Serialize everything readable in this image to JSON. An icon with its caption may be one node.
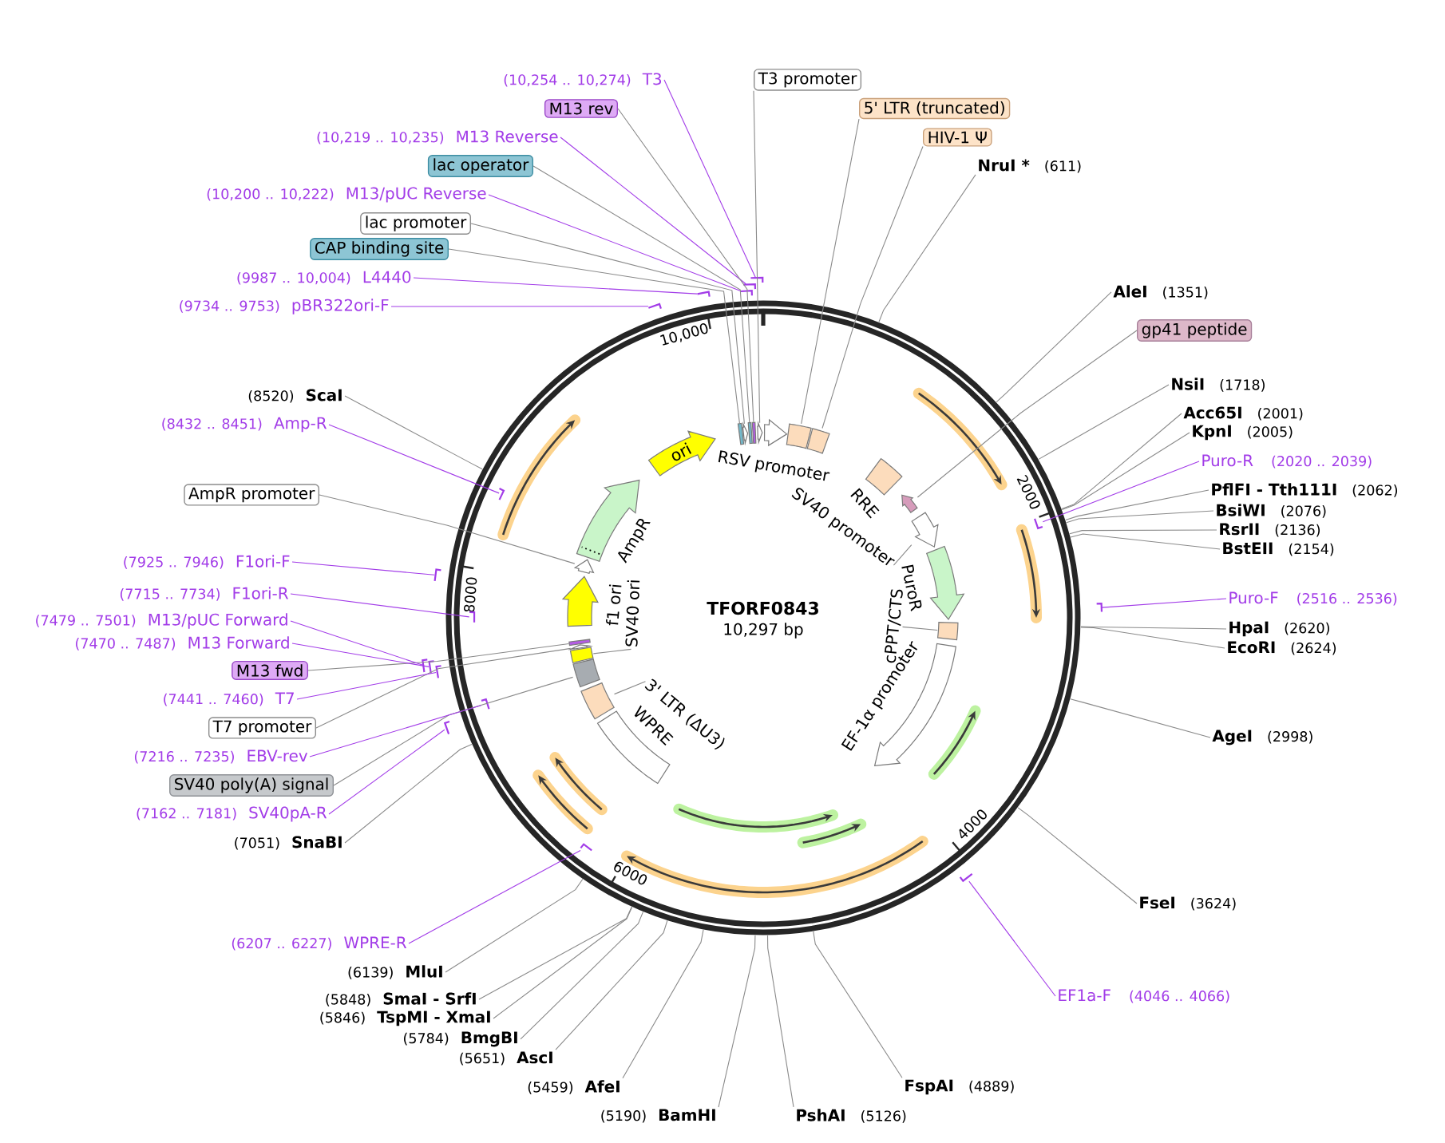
{
  "diagram": {
    "title": "TFORF0843",
    "nodes": [
      {
        "text": [
          "RSV promoter"
        ]
      },
      {
        "text": [],
        "shape": "box"
      },
      {
        "text": [],
        "shape": "box"
      },
      {
        "text": [
          "RRE"
        ]
      },
      {
        "text": [],
        "shape": "arrow"
      },
      {
        "text": [],
        "shape": "arrow"
      },
      {
        "text": [
          "SV40 promoter"
        ]
      },
      {
        "text": [
          "PuroR"
        ]
      },
      {
        "text": [],
        "shape": "box"
      },
      {
        "text": [
          "cPPT/CTS"
        ]
      },
      {
        "text": [
          "EF-1α promoter"
        ]
      },
      {
        "text": [
          "WPRE"
        ]
      },
      {
        "text": [],
        "shape": "box"
      },
      {
        "text": [
          "3' LTR (ΔU3)"
        ]
      },
      {
        "text": [],
        "shape": "box"
      },
      {
        "text": [],
        "shape": "box"
      },
      {
        "text": [
          "SV40 ori"
        ]
      },
      {
        "text": [],
        "shape": "arrow"
      },
      {
        "text": [],
        "shape": "box"
      },
      {
        "text": [
          "f1 ori"
        ]
      },
      {
        "text": [],
        "shape": "arrow"
      },
      {
        "text": [
          "AmpR"
        ]
      },
      {
        "text": [
          "ori"
        ]
      },
      {
        "text": [],
        "shape": "box"
      },
      {
        "text": [],
        "shape": "arrow"
      },
      {
        "text": [],
        "shape": "box"
      },
      {
        "text": [],
        "shape": "box"
      },
      {
        "text": [],
        "shape": "arrow"
      },
      {
        "text": [
          "T3 promoter"
        ]
      },
      {
        "text": [
          "5' LTR (truncated)"
        ]
      },
      {
        "text": [
          "HIV-1 Ψ"
        ]
      },
      {
        "text": [
          "NruI *",
          "(611)"
        ]
      },
      {
        "text": [
          "AleI",
          "(1351)"
        ]
      },
      {
        "text": [
          "gp41 peptide"
        ]
      },
      {
        "text": [
          "NsiI",
          "(1718)"
        ]
      },
      {
        "text": [
          "Acc65I",
          "(2001)"
        ]
      },
      {
        "text": [
          "KpnI",
          "(2005)"
        ]
      },
      {
        "text": [
          "Puro-R",
          "(2020 .. 2039)"
        ]
      },
      {
        "text": [
          "PflFI - Tth111I",
          "(2062)"
        ]
      },
      {
        "text": [
          "BsiWI",
          "(2076)"
        ]
      },
      {
        "text": [
          "RsrII",
          "(2136)"
        ]
      },
      {
        "text": [
          "BstEII",
          "(2154)"
        ]
      },
      {
        "text": [
          "Puro-F",
          "(2516 .. 2536)"
        ]
      },
      {
        "text": [
          "HpaI",
          "(2620)"
        ]
      },
      {
        "text": [
          "EcoRI",
          "(2624)"
        ]
      },
      {
        "text": [
          "AgeI",
          "(2998)"
        ]
      },
      {
        "text": [
          "FseI",
          "(3624)"
        ]
      },
      {
        "text": [
          "EF1a-F",
          "(4046 .. 4066)"
        ]
      },
      {
        "text": [
          "FspAI",
          "(4889)"
        ]
      },
      {
        "text": [
          "PshAI",
          "(5126)"
        ]
      },
      {
        "text": [
          "(5190)",
          "BamHI"
        ]
      },
      {
        "text": [
          "(5459)",
          "AfeI"
        ]
      },
      {
        "text": [
          "(5651)",
          "AscI"
        ]
      },
      {
        "text": [
          "(5784)",
          "BmgBI"
        ]
      },
      {
        "text": [
          "(5846)",
          "TspMI - XmaI"
        ]
      },
      {
        "text": [
          "(5848)",
          "SmaI - SrfI"
        ]
      },
      {
        "text": [
          "(6139)",
          "MluI"
        ]
      },
      {
        "text": [
          "(6207 .. 6227)",
          "WPRE-R"
        ]
      },
      {
        "text": [
          "(7051)",
          "SnaBI"
        ]
      },
      {
        "text": [
          "(7162 .. 7181)",
          "SV40pA-R"
        ]
      },
      {
        "text": [
          "SV40 poly(A) signal"
        ]
      },
      {
        "text": [
          "(7216 .. 7235)",
          "EBV-rev"
        ]
      },
      {
        "text": [
          "T7 promoter"
        ]
      },
      {
        "text": [
          "(7441 .. 7460)",
          "T7"
        ]
      },
      {
        "text": [
          "M13 fwd"
        ]
      },
      {
        "text": [
          "(7470 .. 7487)",
          "M13 Forward"
        ]
      },
      {
        "text": [
          "(7479 .. 7501)",
          "M13/pUC Forward"
        ]
      },
      {
        "text": [
          "(7715 .. 7734)",
          "F1ori-R"
        ]
      },
      {
        "text": [
          "(7925 .. 7946)",
          "F1ori-F"
        ]
      },
      {
        "text": [
          "AmpR promoter"
        ]
      },
      {
        "text": [
          "(8432 .. 8451)",
          "Amp-R"
        ]
      },
      {
        "text": [
          "(8520)",
          "ScaI"
        ]
      },
      {
        "text": [
          "(9734 .. 9753)",
          "pBR322ori-F"
        ]
      },
      {
        "text": [
          "(9987 .. 10,004)",
          "L4440"
        ]
      },
      {
        "text": [
          "CAP binding site"
        ]
      },
      {
        "text": [
          "lac promoter"
        ]
      },
      {
        "text": [
          "(10,200 .. 10,222)",
          "M13/pUC Reverse"
        ]
      },
      {
        "text": [
          "lac operator"
        ]
      },
      {
        "text": [
          "(10,219 .. 10,235)",
          "M13 Reverse"
        ]
      },
      {
        "text": [
          "M13 rev"
        ]
      },
      {
        "text": [
          "(10,254 .. 10,274)",
          "T3"
        ]
      },
      {
        "text": [],
        "shape": "bar"
      },
      {
        "text": [],
        "shape": "bar"
      },
      {
        "text": [],
        "shape": "bar"
      },
      {
        "text": [],
        "shape": "bar"
      },
      {
        "text": [],
        "shape": "bar"
      },
      {
        "text": [],
        "shape": "bar"
      },
      {
        "text": [],
        "shape": "bar"
      },
      {
        "text": [],
        "shape": "bar"
      },
      {
        "text": [],
        "shape": "bar"
      },
      {
        "text": [],
        "shape": "bar"
      },
      {
        "text": [],
        "shape": "bar"
      },
      {
        "text": [],
        "shape": "bar"
      },
      {
        "text": [],
        "shape": "bar"
      },
      {
        "text": [],
        "shape": "bar"
      },
      {
        "text": [],
        "shape": "bar"
      },
      {
        "text": [],
        "shape": "bar"
      },
      {
        "text": [],
        "shape": "bar"
      }
    ],
    "edges": [
      {
        "from": 6,
        "to": 5,
        "arrow": "none"
      },
      {
        "from": 9,
        "to": 8,
        "arrow": "none"
      },
      {
        "from": 13,
        "to": 12,
        "arrow": "none"
      },
      {
        "from": 16,
        "to": 15,
        "arrow": "none"
      },
      {
        "from": 28,
        "to": 27,
        "arrow": "none"
      },
      {
        "from": 29,
        "to": 1,
        "arrow": "none"
      },
      {
        "from": 30,
        "to": 2,
        "arrow": "none"
      },
      {
        "from": 31,
        "to": null,
        "arrow": "none"
      },
      {
        "from": 32,
        "to": null,
        "arrow": "none"
      },
      {
        "from": 33,
        "to": 4,
        "arrow": "none"
      },
      {
        "from": 34,
        "to": null,
        "arrow": "none"
      },
      {
        "from": 35,
        "to": null,
        "arrow": "none"
      },
      {
        "from": 36,
        "to": null,
        "arrow": "none"
      },
      {
        "from": 37,
        "to": 81,
        "arrow": "none",
        "color": "#a23ce8"
      },
      {
        "from": 38,
        "to": null,
        "arrow": "none"
      },
      {
        "from": 39,
        "to": null,
        "arrow": "none"
      },
      {
        "from": 40,
        "to": null,
        "arrow": "none"
      },
      {
        "from": 41,
        "to": null,
        "arrow": "none"
      },
      {
        "from": 42,
        "to": 82,
        "arrow": "none",
        "color": "#a23ce8"
      },
      {
        "from": 43,
        "to": null,
        "arrow": "none"
      },
      {
        "from": 44,
        "to": null,
        "arrow": "none"
      },
      {
        "from": 45,
        "to": null,
        "arrow": "none"
      },
      {
        "from": 46,
        "to": null,
        "arrow": "none"
      },
      {
        "from": 47,
        "to": 83,
        "arrow": "none",
        "color": "#a23ce8"
      },
      {
        "from": 48,
        "to": null,
        "arrow": "none"
      },
      {
        "from": 49,
        "to": null,
        "arrow": "none"
      },
      {
        "from": 50,
        "to": null,
        "arrow": "none"
      },
      {
        "from": 51,
        "to": null,
        "arrow": "none"
      },
      {
        "from": 52,
        "to": null,
        "arrow": "none"
      },
      {
        "from": 53,
        "to": null,
        "arrow": "none"
      },
      {
        "from": 54,
        "to": null,
        "arrow": "none"
      },
      {
        "from": 55,
        "to": null,
        "arrow": "none"
      },
      {
        "from": 56,
        "to": null,
        "arrow": "none"
      },
      {
        "from": 57,
        "to": 84,
        "arrow": "none",
        "color": "#a23ce8"
      },
      {
        "from": 58,
        "to": null,
        "arrow": "none"
      },
      {
        "from": 59,
        "to": 85,
        "arrow": "none",
        "color": "#a23ce8"
      },
      {
        "from": 60,
        "to": 14,
        "arrow": "none"
      },
      {
        "from": 61,
        "to": 86,
        "arrow": "none",
        "color": "#a23ce8"
      },
      {
        "from": 62,
        "to": 17,
        "arrow": "none"
      },
      {
        "from": 63,
        "to": 87,
        "arrow": "none",
        "color": "#a23ce8"
      },
      {
        "from": 64,
        "to": 18,
        "arrow": "none"
      },
      {
        "from": 65,
        "to": 88,
        "arrow": "none",
        "color": "#a23ce8"
      },
      {
        "from": 66,
        "to": 89,
        "arrow": "none",
        "color": "#a23ce8"
      },
      {
        "from": 67,
        "to": 90,
        "arrow": "none",
        "color": "#a23ce8"
      },
      {
        "from": 68,
        "to": 91,
        "arrow": "none",
        "color": "#a23ce8"
      },
      {
        "from": 69,
        "to": 20,
        "arrow": "none"
      },
      {
        "from": 70,
        "to": 92,
        "arrow": "none",
        "color": "#a23ce8"
      },
      {
        "from": 71,
        "to": null,
        "arrow": "none"
      },
      {
        "from": 72,
        "to": 93,
        "arrow": "none",
        "color": "#a23ce8"
      },
      {
        "from": 73,
        "to": 94,
        "arrow": "none",
        "color": "#a23ce8"
      },
      {
        "from": 74,
        "to": 23,
        "arrow": "none"
      },
      {
        "from": 75,
        "to": 24,
        "arrow": "none"
      },
      {
        "from": 76,
        "to": 95,
        "arrow": "none",
        "color": "#a23ce8"
      },
      {
        "from": 77,
        "to": 25,
        "arrow": "none"
      },
      {
        "from": 78,
        "to": 96,
        "arrow": "none",
        "color": "#a23ce8"
      },
      {
        "from": 79,
        "to": 26,
        "arrow": "none"
      },
      {
        "from": 80,
        "to": 97,
        "arrow": "none",
        "color": "#a23ce8"
      }
    ],
    "labels": [
      "10,297 bp",
      "2000",
      "4000",
      "6000",
      "8000",
      "10,000"
    ]
  }
}
